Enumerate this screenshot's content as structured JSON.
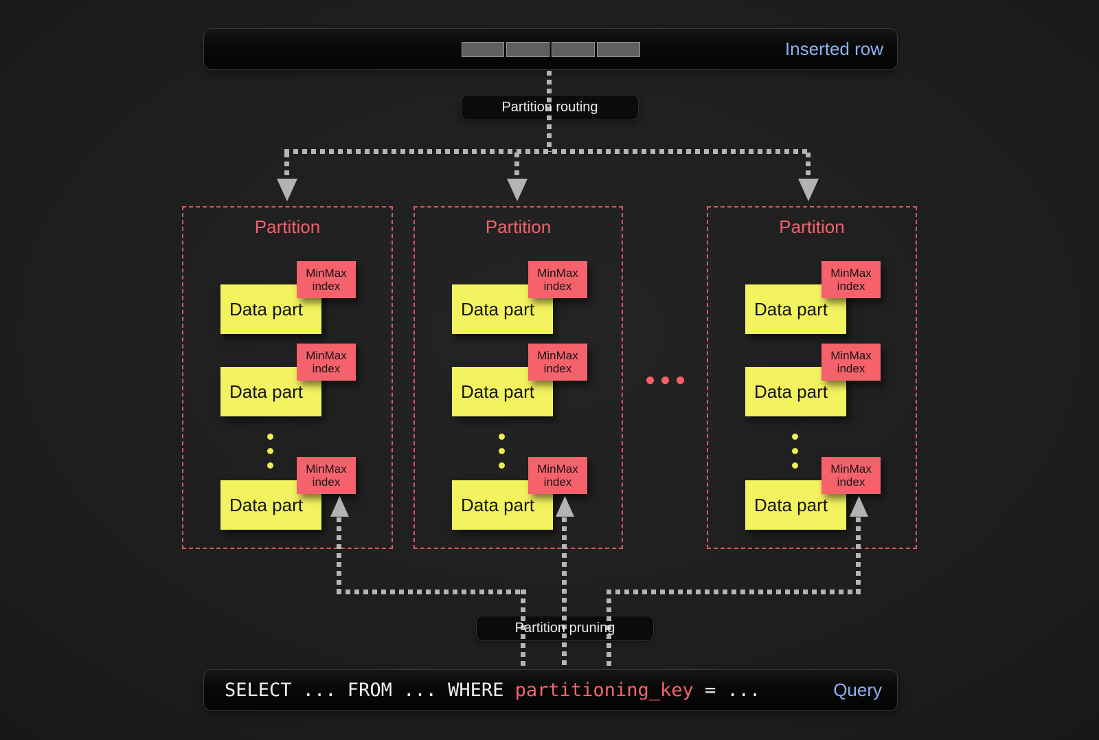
{
  "colors": {
    "background": "#1f1f1f",
    "bar_background": "#0a0a0a",
    "accent_blue": "#8cb2f4",
    "accent_red": "#f2616b",
    "accent_yellow": "#f3f35f",
    "line_gray": "#b5b5b5",
    "label_text": "#ececec"
  },
  "top_bar": {
    "label": "Inserted row",
    "row_cell_count": 4
  },
  "routing_label": {
    "text": "Partition routing"
  },
  "pruning_label": {
    "text": "Partition pruning"
  },
  "partitions": [
    {
      "title": "Partition",
      "data_parts": [
        {
          "label": "Data part",
          "tag": "MinMax index"
        },
        {
          "label": "Data part",
          "tag": "MinMax index"
        },
        {
          "label": "Data part",
          "tag": "MinMax index"
        }
      ]
    },
    {
      "title": "Partition",
      "data_parts": [
        {
          "label": "Data part",
          "tag": "MinMax index"
        },
        {
          "label": "Data part",
          "tag": "MinMax index"
        },
        {
          "label": "Data part",
          "tag": "MinMax index"
        }
      ]
    },
    {
      "title": "Partition",
      "data_parts": [
        {
          "label": "Data part",
          "tag": "MinMax index"
        },
        {
          "label": "Data part",
          "tag": "MinMax index"
        },
        {
          "label": "Data part",
          "tag": "MinMax index"
        }
      ]
    }
  ],
  "more_partitions_indicator": "...",
  "query_bar": {
    "sql_pre": "SELECT ... FROM ... WHERE ",
    "sql_key": "partitioning_key",
    "sql_post": " = ...",
    "label": "Query"
  }
}
